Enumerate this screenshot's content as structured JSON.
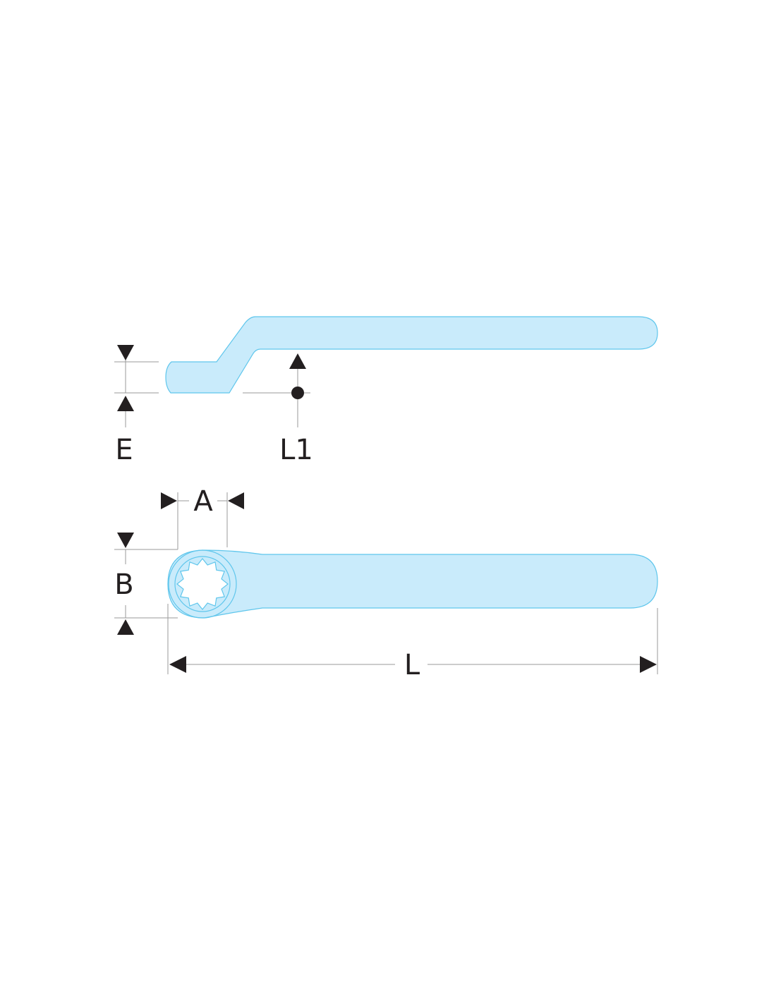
{
  "colors": {
    "tool_fill": "#c9ebfb",
    "tool_outline": "#5fc6ec",
    "dimension_line": "#9a9a9a",
    "arrow": "#231f20",
    "label": "#231f20"
  },
  "dimensions": {
    "E": "E",
    "L1": "L1",
    "A": "A",
    "B": "B",
    "L": "L"
  }
}
